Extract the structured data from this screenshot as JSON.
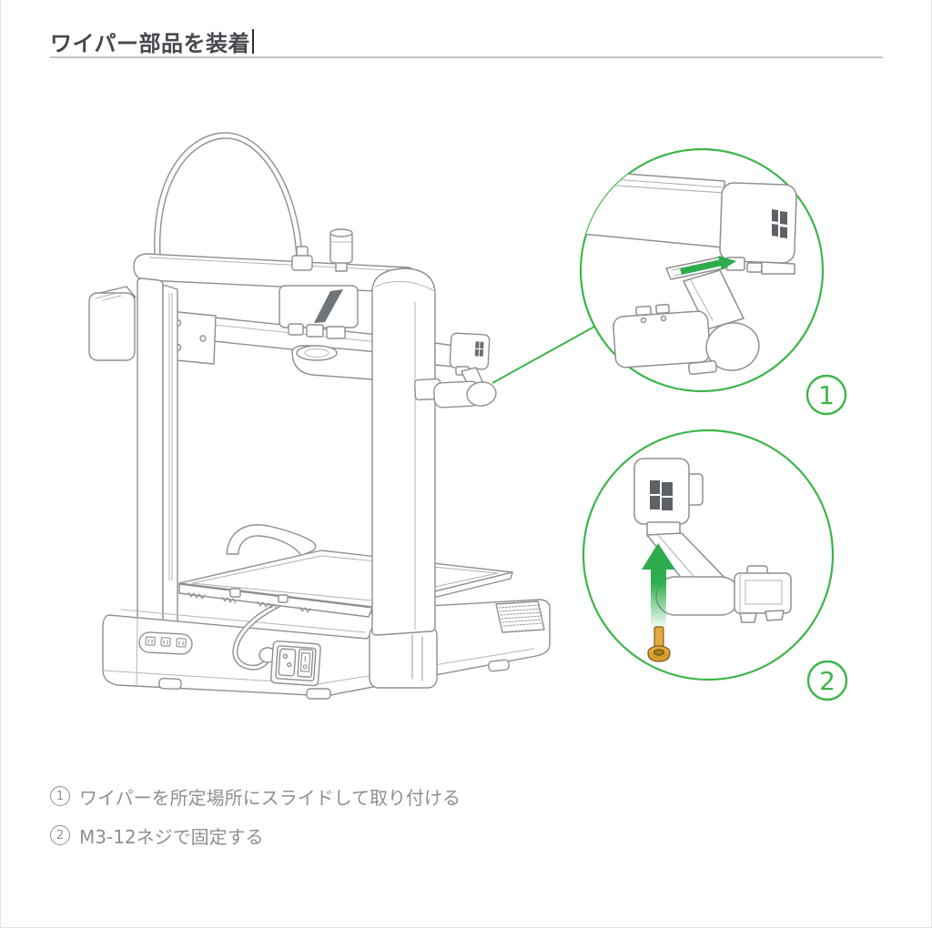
{
  "header": {
    "title": "ワイパー部品を装着"
  },
  "figure": {
    "description": "3d-printer-line-drawing-with-two-detail-callouts",
    "callouts": [
      {
        "number": "1"
      },
      {
        "number": "2"
      }
    ]
  },
  "instructions": [
    {
      "number": "1",
      "text": "ワイパーを所定場所にスライドして取り付ける"
    },
    {
      "number": "2",
      "text": "M3-12ネジで固定する"
    }
  ],
  "colors": {
    "accent_green": "#3cb54a",
    "arrow_green": "#2ead4e",
    "line_gray": "#8f8f8f",
    "text_gray": "#8f8f8f",
    "title_color": "#45484e",
    "divider_gray": "#c6c6c6",
    "screw_gold": "#e3a93d",
    "screw_outline": "#7c5d1d",
    "logo_dark": "#5d6166"
  }
}
